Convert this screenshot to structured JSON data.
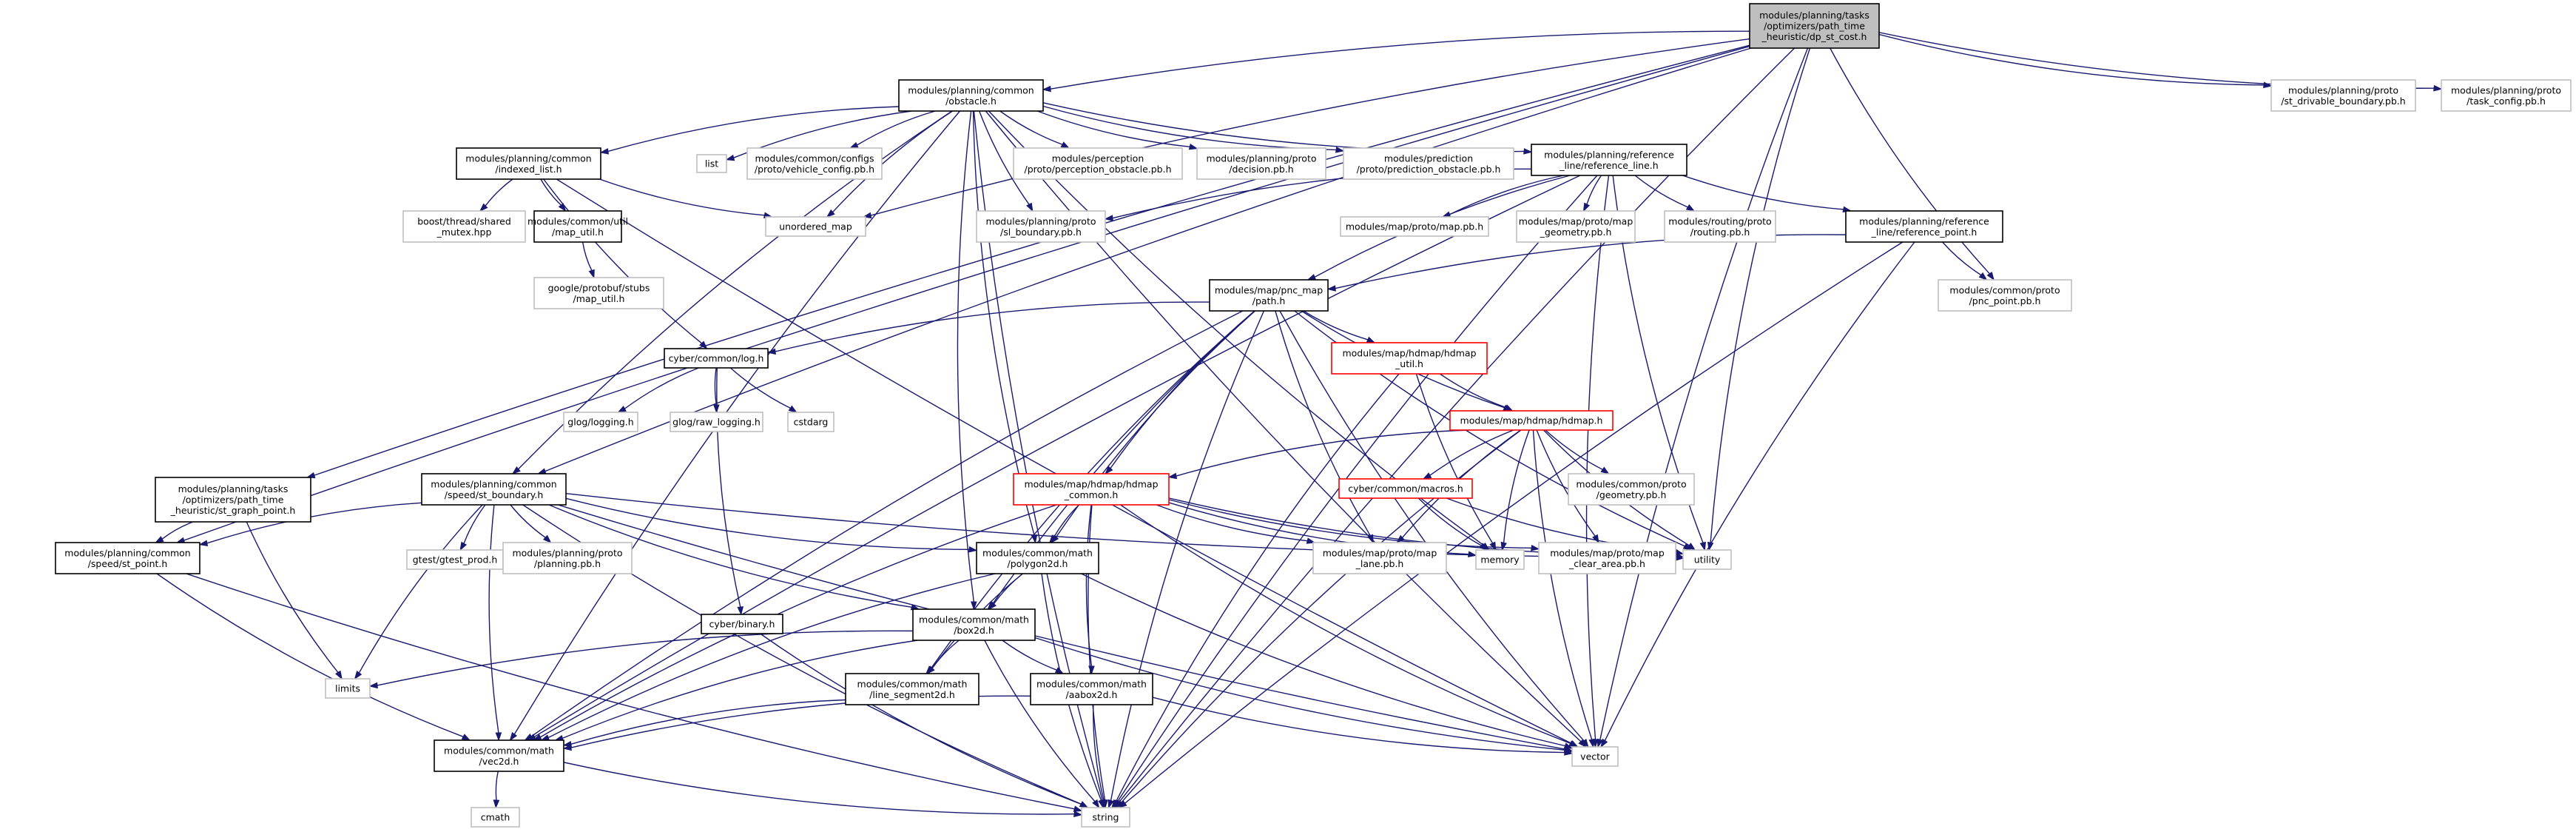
{
  "colors": {
    "edge": "#191970",
    "text": "#000000",
    "root_fill": "#bfbfbf",
    "box_documented": "#000000",
    "box_undocumented": "#bfbfbf",
    "box_truncated": "#ff0000"
  },
  "nodes": {
    "dp_st_cost": {
      "lines": [
        "modules/planning/tasks",
        "/optimizers/path_time",
        "_heuristic/dp_st_cost.h"
      ],
      "style": "root"
    },
    "obstacle": {
      "lines": [
        "modules/planning/common",
        "/obstacle.h"
      ],
      "style": "documented"
    },
    "st_drivable": {
      "lines": [
        "modules/planning/proto",
        "/st_drivable_boundary.pb.h"
      ],
      "style": "undocumented"
    },
    "task_config": {
      "lines": [
        "modules/planning/proto",
        "/task_config.pb.h"
      ],
      "style": "undocumented"
    },
    "indexed_list": {
      "lines": [
        "modules/planning/common",
        "/indexed_list.h"
      ],
      "style": "documented"
    },
    "list": {
      "lines": [
        "list"
      ],
      "style": "undocumented"
    },
    "vehicle_config": {
      "lines": [
        "modules/common/configs",
        "/proto/vehicle_config.pb.h"
      ],
      "style": "undocumented"
    },
    "perception_obs": {
      "lines": [
        "modules/perception",
        "/proto/perception_obstacle.pb.h"
      ],
      "style": "undocumented"
    },
    "decision": {
      "lines": [
        "modules/planning/proto",
        "/decision.pb.h"
      ],
      "style": "undocumented"
    },
    "prediction_obs": {
      "lines": [
        "modules/prediction",
        "/proto/prediction_obstacle.pb.h"
      ],
      "style": "undocumented"
    },
    "reference_line": {
      "lines": [
        "modules/planning/reference",
        "_line/reference_line.h"
      ],
      "style": "documented"
    },
    "boost_mutex": {
      "lines": [
        "boost/thread/shared",
        "_mutex.hpp"
      ],
      "style": "undocumented"
    },
    "map_util": {
      "lines": [
        "modules/common/util",
        "/map_util.h"
      ],
      "style": "documented"
    },
    "unordered_map": {
      "lines": [
        "unordered_map"
      ],
      "style": "undocumented"
    },
    "sl_boundary": {
      "lines": [
        "modules/planning/proto",
        "/sl_boundary.pb.h"
      ],
      "style": "undocumented"
    },
    "map_pb": {
      "lines": [
        "modules/map/proto/map.pb.h"
      ],
      "style": "undocumented"
    },
    "map_geometry": {
      "lines": [
        "modules/map/proto/map",
        "_geometry.pb.h"
      ],
      "style": "undocumented"
    },
    "routing": {
      "lines": [
        "modules/routing/proto",
        "/routing.pb.h"
      ],
      "style": "undocumented"
    },
    "reference_point": {
      "lines": [
        "modules/planning/reference",
        "_line/reference_point.h"
      ],
      "style": "documented"
    },
    "protobuf_stubs": {
      "lines": [
        "google/protobuf/stubs",
        "/map_util.h"
      ],
      "style": "undocumented"
    },
    "path": {
      "lines": [
        "modules/map/pnc_map",
        "/path.h"
      ],
      "style": "documented"
    },
    "pnc_point": {
      "lines": [
        "modules/common/proto",
        "/pnc_point.pb.h"
      ],
      "style": "undocumented"
    },
    "log": {
      "lines": [
        "cyber/common/log.h"
      ],
      "style": "documented"
    },
    "hdmap_util": {
      "lines": [
        "modules/map/hdmap/hdmap",
        "_util.h"
      ],
      "style": "truncated"
    },
    "glog_logging": {
      "lines": [
        "glog/logging.h"
      ],
      "style": "undocumented"
    },
    "glog_raw": {
      "lines": [
        "glog/raw_logging.h"
      ],
      "style": "undocumented"
    },
    "cstdarg": {
      "lines": [
        "cstdarg"
      ],
      "style": "undocumented"
    },
    "hdmap": {
      "lines": [
        "modules/map/hdmap/hdmap.h"
      ],
      "style": "truncated"
    },
    "st_graph_point": {
      "lines": [
        "modules/planning/tasks",
        "/optimizers/path_time",
        "_heuristic/st_graph_point.h"
      ],
      "style": "documented"
    },
    "st_boundary": {
      "lines": [
        "modules/planning/common",
        "/speed/st_boundary.h"
      ],
      "style": "documented"
    },
    "hdmap_common": {
      "lines": [
        "modules/map/hdmap/hdmap",
        "_common.h"
      ],
      "style": "truncated"
    },
    "macros": {
      "lines": [
        "cyber/common/macros.h"
      ],
      "style": "truncated"
    },
    "geometry_pb": {
      "lines": [
        "modules/common/proto",
        "/geometry.pb.h"
      ],
      "style": "undocumented"
    },
    "st_point": {
      "lines": [
        "modules/planning/common",
        "/speed/st_point.h"
      ],
      "style": "documented"
    },
    "gtest_prod": {
      "lines": [
        "gtest/gtest_prod.h"
      ],
      "style": "undocumented"
    },
    "planning_pb": {
      "lines": [
        "modules/planning/proto",
        "/planning.pb.h"
      ],
      "style": "undocumented"
    },
    "polygon2d": {
      "lines": [
        "modules/common/math",
        "/polygon2d.h"
      ],
      "style": "documented"
    },
    "map_lane": {
      "lines": [
        "modules/map/proto/map",
        "_lane.pb.h"
      ],
      "style": "undocumented"
    },
    "memory": {
      "lines": [
        "memory"
      ],
      "style": "undocumented"
    },
    "map_clear_area": {
      "lines": [
        "modules/map/proto/map",
        "_clear_area.pb.h"
      ],
      "style": "undocumented"
    },
    "utility": {
      "lines": [
        "utility"
      ],
      "style": "undocumented"
    },
    "binary": {
      "lines": [
        "cyber/binary.h"
      ],
      "style": "documented"
    },
    "box2d": {
      "lines": [
        "modules/common/math",
        "/box2d.h"
      ],
      "style": "documented"
    },
    "limits": {
      "lines": [
        "limits"
      ],
      "style": "undocumented"
    },
    "line_segment2d": {
      "lines": [
        "modules/common/math",
        "/line_segment2d.h"
      ],
      "style": "documented"
    },
    "aabox2d": {
      "lines": [
        "modules/common/math",
        "/aabox2d.h"
      ],
      "style": "documented"
    },
    "vec2d": {
      "lines": [
        "modules/common/math",
        "/vec2d.h"
      ],
      "style": "documented"
    },
    "vector": {
      "lines": [
        "vector"
      ],
      "style": "undocumented"
    },
    "cmath": {
      "lines": [
        "cmath"
      ],
      "style": "undocumented"
    },
    "string": {
      "lines": [
        "string"
      ],
      "style": "undocumented"
    }
  },
  "edges": [
    [
      "dp_st_cost",
      "obstacle"
    ],
    [
      "dp_st_cost",
      "st_drivable"
    ],
    [
      "dp_st_cost",
      "task_config"
    ],
    [
      "dp_st_cost",
      "st_graph_point"
    ],
    [
      "dp_st_cost",
      "st_boundary"
    ],
    [
      "dp_st_cost",
      "st_point"
    ],
    [
      "dp_st_cost",
      "unordered_map"
    ],
    [
      "dp_st_cost",
      "pnc_point"
    ],
    [
      "dp_st_cost",
      "utility"
    ],
    [
      "dp_st_cost",
      "vector"
    ],
    [
      "dp_st_cost",
      "string"
    ],
    [
      "obstacle",
      "indexed_list"
    ],
    [
      "obstacle",
      "list"
    ],
    [
      "obstacle",
      "vehicle_config"
    ],
    [
      "obstacle",
      "perception_obs"
    ],
    [
      "obstacle",
      "decision"
    ],
    [
      "obstacle",
      "prediction_obs"
    ],
    [
      "obstacle",
      "reference_line"
    ],
    [
      "obstacle",
      "unordered_map"
    ],
    [
      "obstacle",
      "sl_boundary"
    ],
    [
      "obstacle",
      "st_boundary"
    ],
    [
      "obstacle",
      "polygon2d"
    ],
    [
      "obstacle",
      "box2d"
    ],
    [
      "obstacle",
      "vec2d"
    ],
    [
      "obstacle",
      "memory"
    ],
    [
      "obstacle",
      "vector"
    ],
    [
      "obstacle",
      "string"
    ],
    [
      "indexed_list",
      "boost_mutex"
    ],
    [
      "indexed_list",
      "map_util"
    ],
    [
      "indexed_list",
      "unordered_map"
    ],
    [
      "indexed_list",
      "log"
    ],
    [
      "indexed_list",
      "vector"
    ],
    [
      "map_util",
      "protobuf_stubs"
    ],
    [
      "reference_line",
      "map_pb"
    ],
    [
      "reference_line",
      "map_geometry"
    ],
    [
      "reference_line",
      "routing"
    ],
    [
      "reference_line",
      "reference_point"
    ],
    [
      "reference_line",
      "sl_boundary"
    ],
    [
      "reference_line",
      "path"
    ],
    [
      "reference_line",
      "vec2d"
    ],
    [
      "reference_line",
      "utility"
    ],
    [
      "reference_line",
      "vector"
    ],
    [
      "reference_line",
      "string"
    ],
    [
      "reference_point",
      "path"
    ],
    [
      "reference_point",
      "pnc_point"
    ],
    [
      "reference_point",
      "vector"
    ],
    [
      "reference_point",
      "string"
    ],
    [
      "path",
      "log"
    ],
    [
      "path",
      "hdmap_util"
    ],
    [
      "path",
      "hdmap"
    ],
    [
      "path",
      "hdmap_common"
    ],
    [
      "path",
      "polygon2d"
    ],
    [
      "path",
      "box2d"
    ],
    [
      "path",
      "line_segment2d"
    ],
    [
      "path",
      "vec2d"
    ],
    [
      "path",
      "map_lane"
    ],
    [
      "path",
      "utility"
    ],
    [
      "path",
      "vector"
    ],
    [
      "path",
      "string"
    ],
    [
      "log",
      "glog_logging"
    ],
    [
      "log",
      "glog_raw"
    ],
    [
      "log",
      "cstdarg"
    ],
    [
      "log",
      "binary"
    ],
    [
      "hdmap_util",
      "hdmap"
    ],
    [
      "hdmap_util",
      "memory"
    ],
    [
      "hdmap_util",
      "string"
    ],
    [
      "hdmap",
      "hdmap_common"
    ],
    [
      "hdmap",
      "macros"
    ],
    [
      "hdmap",
      "geometry_pb"
    ],
    [
      "hdmap",
      "map_lane"
    ],
    [
      "hdmap",
      "map_clear_area"
    ],
    [
      "hdmap",
      "memory"
    ],
    [
      "hdmap",
      "utility"
    ],
    [
      "hdmap",
      "vector"
    ],
    [
      "hdmap",
      "string"
    ],
    [
      "hdmap_common",
      "polygon2d"
    ],
    [
      "hdmap_common",
      "aabox2d"
    ],
    [
      "hdmap_common",
      "vec2d"
    ],
    [
      "hdmap_common",
      "map_lane"
    ],
    [
      "hdmap_common",
      "map_clear_area"
    ],
    [
      "hdmap_common",
      "memory"
    ],
    [
      "hdmap_common",
      "utility"
    ],
    [
      "hdmap_common",
      "vector"
    ],
    [
      "hdmap_common",
      "string"
    ],
    [
      "macros",
      "memory"
    ],
    [
      "macros",
      "utility"
    ],
    [
      "st_graph_point",
      "st_point"
    ],
    [
      "st_graph_point",
      "limits"
    ],
    [
      "st_boundary",
      "st_point"
    ],
    [
      "st_boundary",
      "gtest_prod"
    ],
    [
      "st_boundary",
      "planning_pb"
    ],
    [
      "st_boundary",
      "box2d"
    ],
    [
      "st_boundary",
      "polygon2d"
    ],
    [
      "st_boundary",
      "vec2d"
    ],
    [
      "st_boundary",
      "limits"
    ],
    [
      "st_boundary",
      "utility"
    ],
    [
      "st_boundary",
      "vector"
    ],
    [
      "st_boundary",
      "string"
    ],
    [
      "st_point",
      "vec2d"
    ],
    [
      "st_point",
      "string"
    ],
    [
      "polygon2d",
      "box2d"
    ],
    [
      "polygon2d",
      "line_segment2d"
    ],
    [
      "polygon2d",
      "vec2d"
    ],
    [
      "polygon2d",
      "vector"
    ],
    [
      "polygon2d",
      "string"
    ],
    [
      "box2d",
      "line_segment2d"
    ],
    [
      "box2d",
      "aabox2d"
    ],
    [
      "box2d",
      "vec2d"
    ],
    [
      "box2d",
      "limits"
    ],
    [
      "box2d",
      "vector"
    ],
    [
      "box2d",
      "string"
    ],
    [
      "line_segment2d",
      "vec2d"
    ],
    [
      "aabox2d",
      "vec2d"
    ],
    [
      "aabox2d",
      "vector"
    ],
    [
      "aabox2d",
      "string"
    ],
    [
      "vec2d",
      "cmath"
    ],
    [
      "vec2d",
      "string"
    ],
    [
      "binary",
      "string"
    ]
  ]
}
